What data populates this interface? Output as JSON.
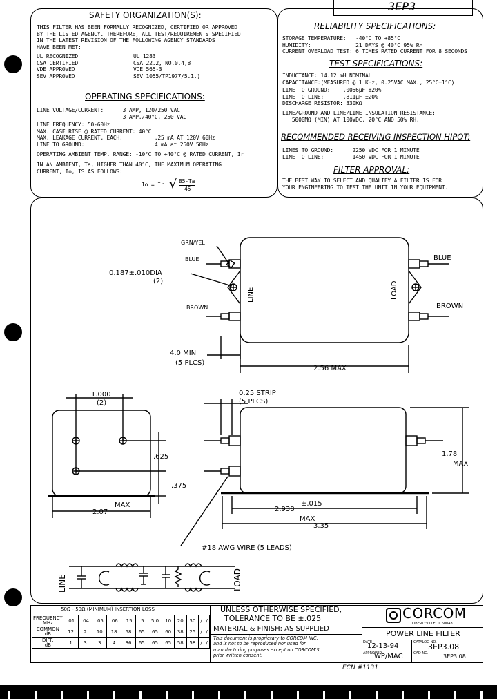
{
  "part_tag": "3EP3",
  "safety": {
    "title": "SAFETY ORGANIZATION(S):",
    "intro": [
      "THIS FILTER HAS BEEN FORMALLY RECOGNIZED, CERTIFIED OR APPROVED",
      "BY THE LISTED AGENCY. THEREFORE, ALL TEST/REQUIREMENTS SPECIFIED",
      "IN THE LATEST REVISION OF THE FOLLOWING AGENCY STANDARDS",
      "HAVE BEEN MET:"
    ],
    "agencies": [
      {
        "agency": "UL RECOGNIZED",
        "standard": "UL 1283"
      },
      {
        "agency": "CSA CERTIFIED",
        "standard": "CSA 22.2, NO.0.4,8"
      },
      {
        "agency": "VDE APPROVED",
        "standard": "VDE 565-3"
      },
      {
        "agency": "SEV APPROVED",
        "standard": "SEV 1055/TP1977/5.1.)"
      }
    ]
  },
  "operating": {
    "title": "OPERATING SPECIFICATIONS:",
    "lines": [
      "LINE VOLTAGE/CURRENT:      3 AMP, 120/250 VAC",
      "                           3 AMP./40°C, 250 VAC",
      "LINE FREQUENCY: 50-60Hz",
      "MAX. CASE RISE @ RATED CURRENT: 40°C",
      "MAX. LEAKAGE CURRENT, EACH:          .25 mA AT 120V 60Hz",
      "LINE TO GROUND:                     .4 mA at 250V 50Hz",
      "OPERATING AMBIENT TEMP. RANGE: -10°C TO +40°C @ RATED CURRENT, Ir",
      "IN AN AMBIENT, Ta, HIGHER THAN 40°C, THE MAXIMUM OPERATING",
      "CURRENT, Io, IS AS FOLLOWS:"
    ],
    "formula_lhs": "Io = Ir",
    "formula_num": "85-Ta",
    "formula_den": "45"
  },
  "reliability": {
    "title": "RELIABILITY SPECIFICATIONS:",
    "lines": [
      "STORAGE TEMPERATURE:   -40°C TO +85°C",
      "HUMIDITY:              21 DAYS @ 40°C 95% RH",
      "CURRENT OVERLOAD TEST: 6 TIMES RATED CURRENT FOR 8 SECONDS"
    ]
  },
  "test": {
    "title": "TEST SPECIFICATIONS:",
    "lines": [
      "INDUCTANCE: 14.12 mH NOMINAL",
      "CAPACITANCE:(MEASURED @ 1 KHz, 0.25VAC MAX., 25°C±1°C)",
      "LINE TO GROUND:    .0056μF ±20%",
      "LINE TO LINE:      .811μF ±20%",
      "DISCHARGE RESISTOR: 330KΩ",
      "LINE/GROUND AND LINE/LINE INSULATION RESISTANCE:",
      "   5000MΩ (MIN) AT 100VDC, 20°C AND 50% RH."
    ]
  },
  "hipot": {
    "title": "RECOMMENDED RECEIVING INSPECTION HIPOT:",
    "lines": [
      "LINES TO GROUND:      2250 VDC FOR 1 MINUTE",
      "LINE TO LINE:         1450 VDC FOR 1 MINUTE"
    ]
  },
  "filter_approval": {
    "title": "FILTER APPROVAL:",
    "lines": [
      "THE BEST WAY TO SELECT AND QUALIFY A FILTER IS FOR",
      "YOUR ENGINEERING TO TEST THE UNIT IN YOUR EQUIPMENT."
    ]
  },
  "drawing": {
    "gnd_label": "GRN/YEL",
    "blue_left": "BLUE",
    "brown_left": "BROWN",
    "blue_right": "BLUE",
    "brown_right": "BROWN",
    "hole_dia": "0.187±.010DIA",
    "hole_qty": "(2)",
    "line_label": "LINE",
    "load_label": "LOAD",
    "lead_len": "4.0 MIN",
    "lead_qty": "(5 PLCS)",
    "width_top": "2.56 MAX",
    "hole_spacing": "1.000",
    "hole_spacing_qty": "(2)",
    "dim_625": ".625",
    "dim_375": ".375",
    "max_left": "MAX",
    "width_left": "2.07",
    "strip": "0.25 STRIP",
    "strip_qty": "(5 PLCS)",
    "height": "1.78",
    "height_max": "MAX",
    "mount_spacing": "2.938",
    "mount_tol": "±.015",
    "max_side": "MAX",
    "length": "3.35",
    "wire": "#18 AWG WIRE (5 LEADS)",
    "schem_line": "LINE",
    "schem_load": "LOAD"
  },
  "insertion_table": {
    "title": "50Ω - 50Ω (MINIMUM) INSERTION LOSS",
    "freq_label": [
      "FREQUENCY",
      "MHz"
    ],
    "freqs": [
      ".01",
      ".04",
      ".05",
      ".06",
      ".15",
      ".5",
      "5.0",
      "10",
      "20",
      "30",
      "/",
      "/"
    ],
    "common_label": [
      "COMMON",
      "dB"
    ],
    "common": [
      "12",
      "2",
      "10",
      "18",
      "58",
      "65",
      "65",
      "60",
      "38",
      "25",
      "/",
      "/"
    ],
    "diff_label": [
      "DIFF.",
      "dB"
    ],
    "diff": [
      "1",
      "3",
      "3",
      "4",
      "36",
      "65",
      "65",
      "65",
      "58",
      "58",
      "/",
      "/"
    ]
  },
  "tolerance": {
    "line1": "UNLESS OTHERWISE SPECIFIED,",
    "line2": "TOLERANCE TO BE ±.025",
    "material": "MATERIAL & FINISH: AS SUPPLIED",
    "proprietary": [
      "This document is proprietary to CORCOM INC.",
      "and is not to be reproduced nor used for",
      "manufacturing purposes except on CORCOM'S",
      "prior written consent."
    ]
  },
  "title_block": {
    "company": "CORCOM",
    "location": "LIBERTYVILLE, IL 60048",
    "product": "POWER LINE FILTER",
    "date_label": "DATE",
    "date": "12-13-94",
    "catalog_label": "CATALOG NO.",
    "catalog": "3EP3.08",
    "approved_label": "APPROVED",
    "approved": "WP/MAC",
    "cad_label": "CAD NO.",
    "cad": "3EP3.08",
    "ecn": "ECN #1131"
  }
}
